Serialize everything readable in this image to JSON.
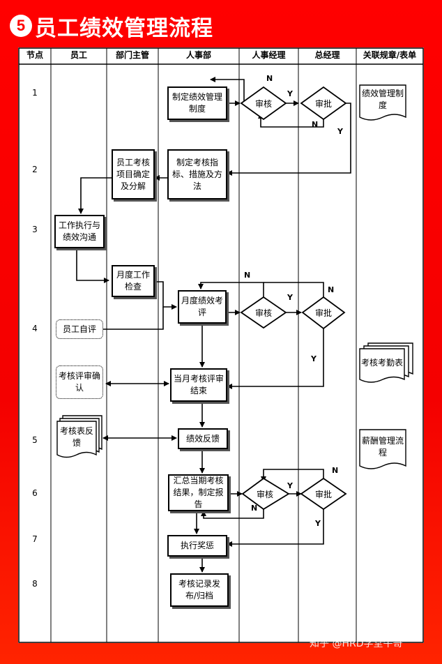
{
  "title": {
    "number": "5",
    "text": "员工绩效管理流程"
  },
  "columns": [
    "节点",
    "员工",
    "部门主管",
    "人事部",
    "人事经理",
    "总经理",
    "关联规章/表单"
  ],
  "nodes": [
    "1",
    "2",
    "3",
    "4",
    "5",
    "6",
    "7",
    "8"
  ],
  "boxes": {
    "b1": "制定绩效管理制度",
    "b2a": "制定考核指标、措施及方法",
    "b2b": "员工考核项目确定及分解",
    "b3": "工作执行与绩效沟通",
    "b3b": "月度工作检查",
    "b4": "月度绩效考评",
    "b4b": "当月考核评审结束",
    "b5": "绩效反馈",
    "b6": "汇总当期考核结果，制定报告",
    "b7": "执行奖惩",
    "b8": "考核记录发布/归档"
  },
  "decisions": {
    "d1a": "审核",
    "d1b": "审批",
    "d4a": "审核",
    "d4b": "审批",
    "d6a": "审核",
    "d6b": "审批"
  },
  "employee_items": {
    "self_eval": "员工自评",
    "confirm": "考核评审确认",
    "feedback_doc": "考核表反馈"
  },
  "documents": {
    "doc1": "绩效管理制度",
    "doc4": "考核考勤表",
    "doc5": "薪酬管理流程"
  },
  "branch_labels": {
    "yes": "Y",
    "no": "N"
  },
  "watermark": "知乎 @HRD学堂牛哥",
  "colors": {
    "background": "#ff0000",
    "line": "#000000"
  }
}
